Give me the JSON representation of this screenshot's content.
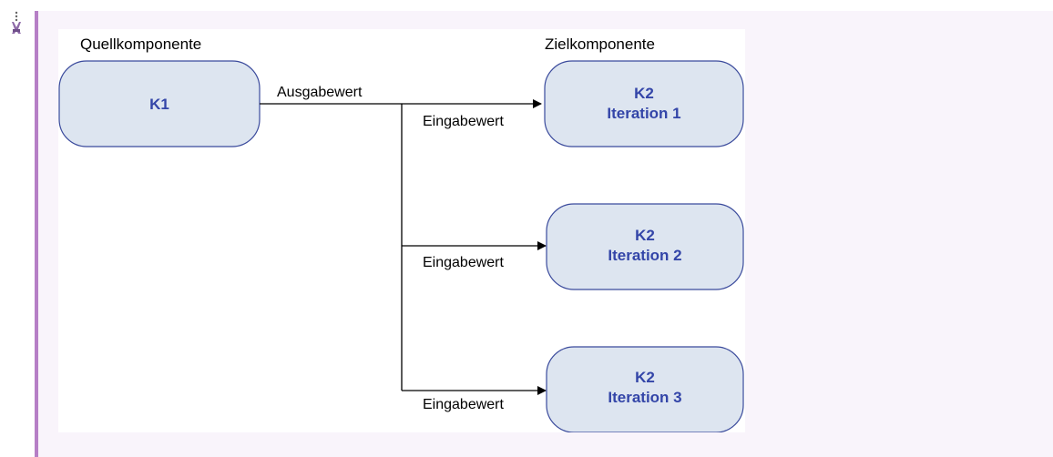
{
  "diagram": {
    "source_header": "Quellkomponente",
    "target_header": "Zielkomponente",
    "source_node": {
      "label": "K1"
    },
    "output_label": "Ausgabewert",
    "targets": [
      {
        "name": "K2",
        "iteration": "Iteration 1",
        "input_label": "Eingabewert"
      },
      {
        "name": "K2",
        "iteration": "Iteration 2",
        "input_label": "Eingabewert"
      },
      {
        "name": "K2",
        "iteration": "Iteration 3",
        "input_label": "Eingabewert"
      }
    ],
    "colors": {
      "node_fill": "#dde5f0",
      "node_border": "#3a4a9c",
      "node_text": "#3345a8",
      "line": "#000000",
      "panel_bg": "#f9f4fb",
      "accent": "#b67fc6"
    }
  },
  "icons": {
    "note_icon": "tools-note-icon"
  }
}
